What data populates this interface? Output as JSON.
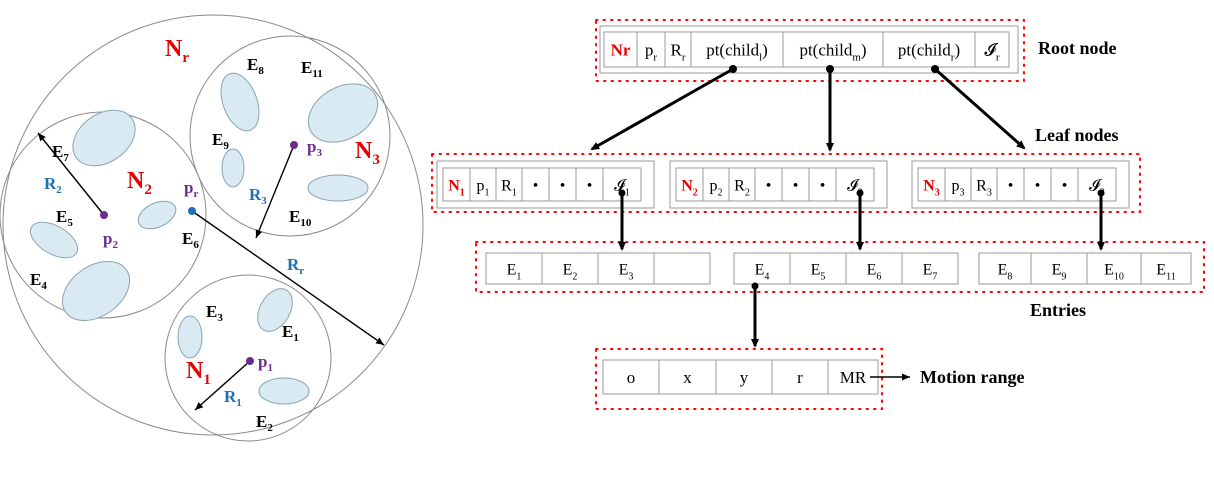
{
  "colors": {
    "red": "#e60000",
    "blue": "#1f6fb3",
    "purple": "#6a2c91",
    "black": "#000000"
  },
  "space": {
    "region_root": "N",
    "region_root_sub": "r",
    "region1": "N",
    "region1_sub": "1",
    "region2": "N",
    "region2_sub": "2",
    "region3": "N",
    "region3_sub": "3",
    "entities": [
      {
        "base": "E",
        "sub": "1"
      },
      {
        "base": "E",
        "sub": "2"
      },
      {
        "base": "E",
        "sub": "3"
      },
      {
        "base": "E",
        "sub": "4"
      },
      {
        "base": "E",
        "sub": "5"
      },
      {
        "base": "E",
        "sub": "6"
      },
      {
        "base": "E",
        "sub": "7"
      },
      {
        "base": "E",
        "sub": "8"
      },
      {
        "base": "E",
        "sub": "9"
      },
      {
        "base": "E",
        "sub": "10"
      },
      {
        "base": "E",
        "sub": "11"
      }
    ],
    "pivots": [
      {
        "base": "p",
        "sub": "r"
      },
      {
        "base": "p",
        "sub": "1"
      },
      {
        "base": "p",
        "sub": "2"
      },
      {
        "base": "p",
        "sub": "3"
      }
    ],
    "radii": [
      {
        "base": "R",
        "sub": "r"
      },
      {
        "base": "R",
        "sub": "1"
      },
      {
        "base": "R",
        "sub": "2"
      },
      {
        "base": "R",
        "sub": "3"
      }
    ]
  },
  "tree": {
    "root": {
      "name": "Nr",
      "cells": [
        {
          "base": "p",
          "sub": "r"
        },
        {
          "base": "R",
          "sub": "r"
        },
        {
          "base": "pt(child",
          "sub": "l",
          "tail": ")"
        },
        {
          "base": "pt(child",
          "sub": "m",
          "tail": ")"
        },
        {
          "base": "pt(child",
          "sub": "r",
          "tail": ")"
        },
        {
          "base": "𝓘",
          "sub": "r"
        }
      ],
      "caption": "Root node"
    },
    "leaf_caption": "Leaf nodes",
    "leaves": [
      {
        "name": "N",
        "name_sub": "1",
        "cells": [
          {
            "base": "p",
            "sub": "1"
          },
          {
            "base": "R",
            "sub": "1"
          },
          {
            "base": "•"
          },
          {
            "base": "•"
          },
          {
            "base": "•"
          },
          {
            "base": "𝓘",
            "sub": "1"
          }
        ]
      },
      {
        "name": "N",
        "name_sub": "2",
        "cells": [
          {
            "base": "p",
            "sub": "2"
          },
          {
            "base": "R",
            "sub": "2"
          },
          {
            "base": "•"
          },
          {
            "base": "•"
          },
          {
            "base": "•"
          },
          {
            "base": "𝓘",
            "sub": "2"
          }
        ]
      },
      {
        "name": "N",
        "name_sub": "3",
        "cells": [
          {
            "base": "p",
            "sub": "3"
          },
          {
            "base": "R",
            "sub": "3"
          },
          {
            "base": "•"
          },
          {
            "base": "•"
          },
          {
            "base": "•"
          },
          {
            "base": "𝓘",
            "sub": "3"
          }
        ]
      }
    ],
    "entry_caption": "Entries",
    "entry_groups": [
      [
        {
          "base": "E",
          "sub": "1"
        },
        {
          "base": "E",
          "sub": "2"
        },
        {
          "base": "E",
          "sub": "3"
        },
        {
          "base": ""
        }
      ],
      [
        {
          "base": "E",
          "sub": "4"
        },
        {
          "base": "E",
          "sub": "5"
        },
        {
          "base": "E",
          "sub": "6"
        },
        {
          "base": "E",
          "sub": "7"
        }
      ],
      [
        {
          "base": "E",
          "sub": "8"
        },
        {
          "base": "E",
          "sub": "9"
        },
        {
          "base": "E",
          "sub": "10"
        },
        {
          "base": "E",
          "sub": "11"
        }
      ]
    ],
    "motion": {
      "cells": [
        {
          "base": "o"
        },
        {
          "base": "x"
        },
        {
          "base": "y"
        },
        {
          "base": "r"
        },
        {
          "base": "MR"
        }
      ],
      "caption": "Motion range"
    }
  }
}
